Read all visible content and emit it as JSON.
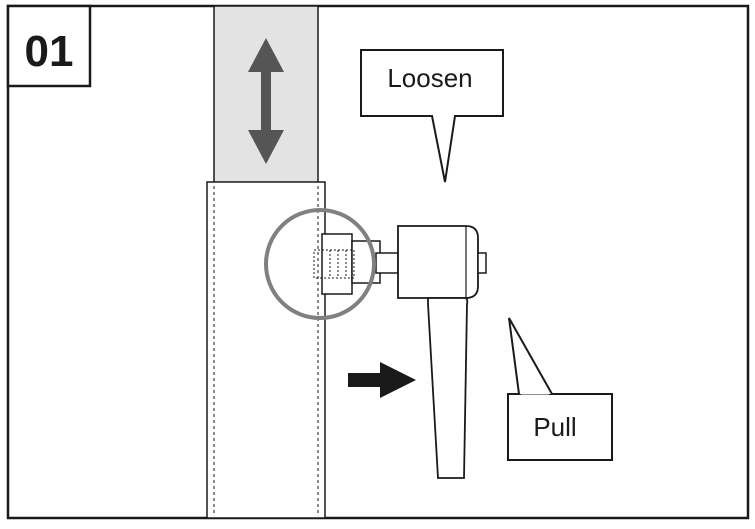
{
  "step": {
    "number": "01"
  },
  "callouts": {
    "loosen": "Loosen",
    "pull": "Pull"
  },
  "colors": {
    "stroke": "#1a1a1a",
    "tube_fill": "#e3e3e4",
    "arrow_fill": "#555555",
    "highlight_circle": "#808080",
    "push_arrow": "#1a1a1a"
  },
  "icons": {
    "height_adjust": "double-vertical-arrow",
    "pull_direction": "right-arrow"
  }
}
